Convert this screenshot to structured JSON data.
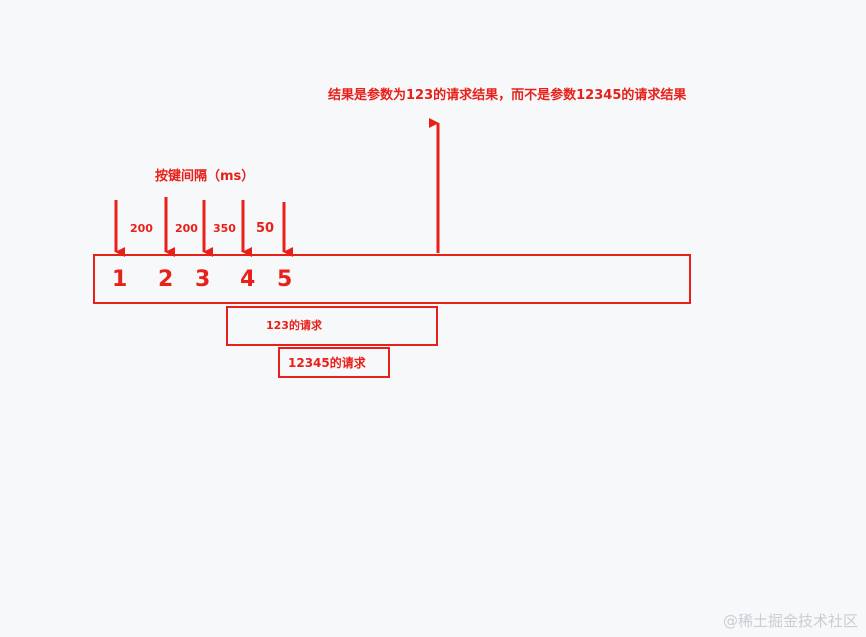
{
  "diagram": {
    "result_note": "结果是参数为123的请求结果，而不是参数12345的请求结果",
    "interval_title": "按键间隔（ms）",
    "keys": [
      "1",
      "2",
      "3",
      "4",
      "5"
    ],
    "intervals": [
      "200",
      "200",
      "350",
      "50"
    ],
    "request_a": "123的请求",
    "request_b": "12345的请求",
    "accent_color": "#e8201a"
  },
  "watermark": "@稀土掘金技术社区"
}
